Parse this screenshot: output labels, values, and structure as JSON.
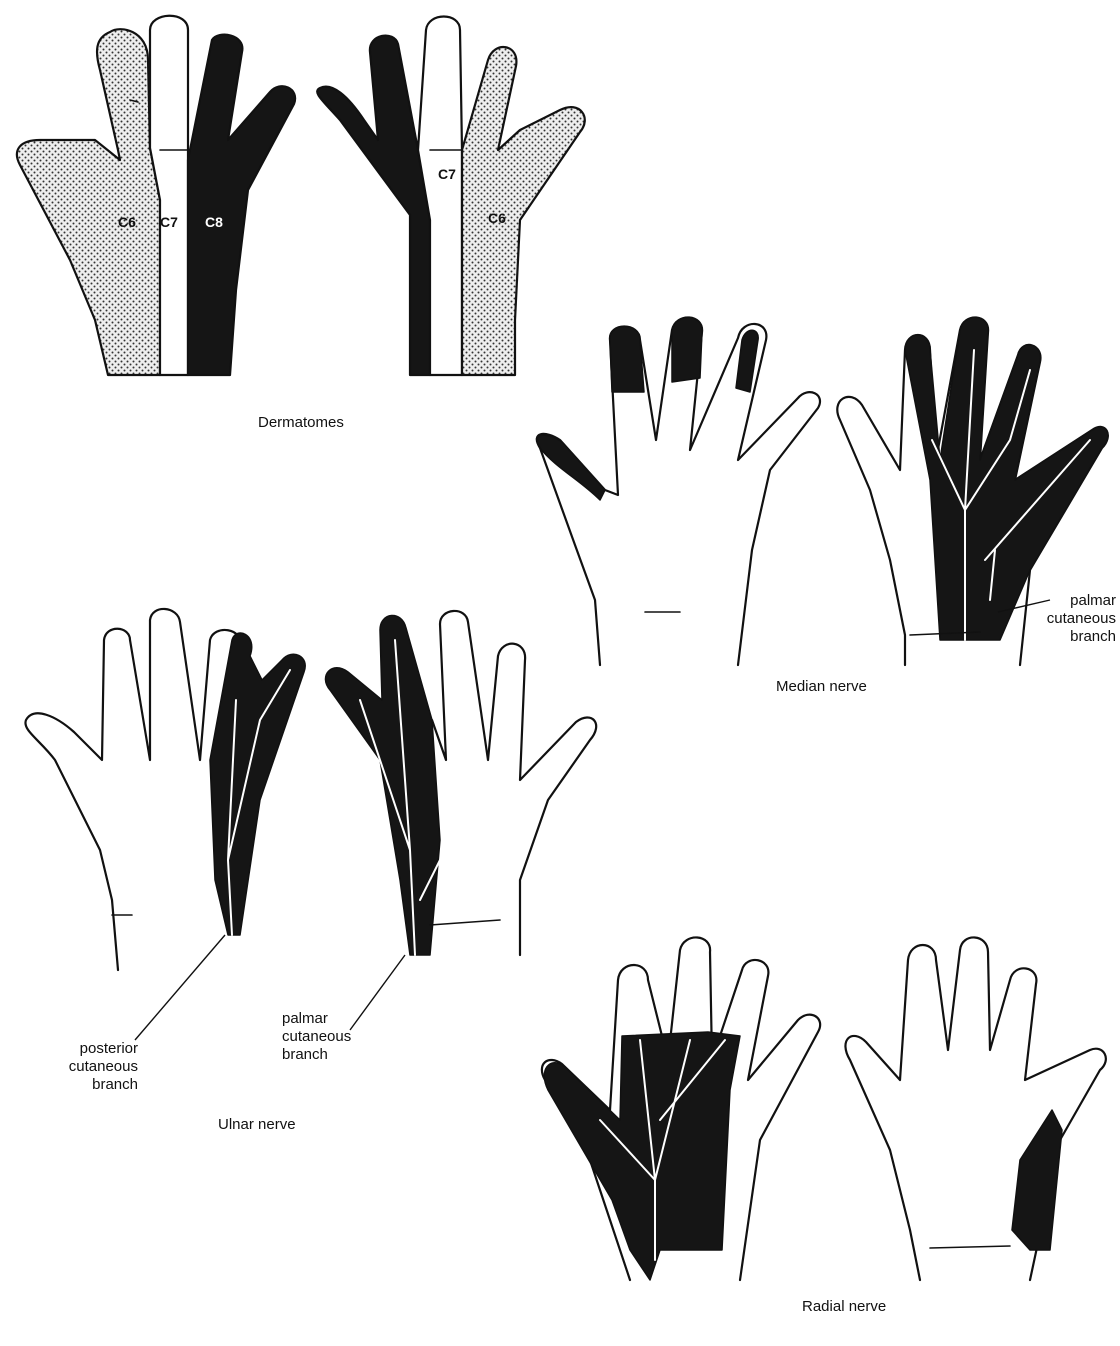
{
  "colors": {
    "ink": "#111111",
    "paper": "#ffffff",
    "dot_fill": "#e6e6e6"
  },
  "dermatomes": {
    "title": "Dermatomes",
    "segments": [
      "C6",
      "C7",
      "C8",
      "C8",
      "C7",
      "C6"
    ]
  },
  "median": {
    "title": "Median nerve",
    "branch": [
      "palmar",
      "cutaneous",
      "branch"
    ]
  },
  "ulnar": {
    "title": "Ulnar nerve",
    "branch_posterior": [
      "posterior",
      "cutaneous",
      "branch"
    ],
    "branch_palmar": [
      "palmar",
      "cutaneous",
      "branch"
    ]
  },
  "radial": {
    "title": "Radial nerve"
  }
}
